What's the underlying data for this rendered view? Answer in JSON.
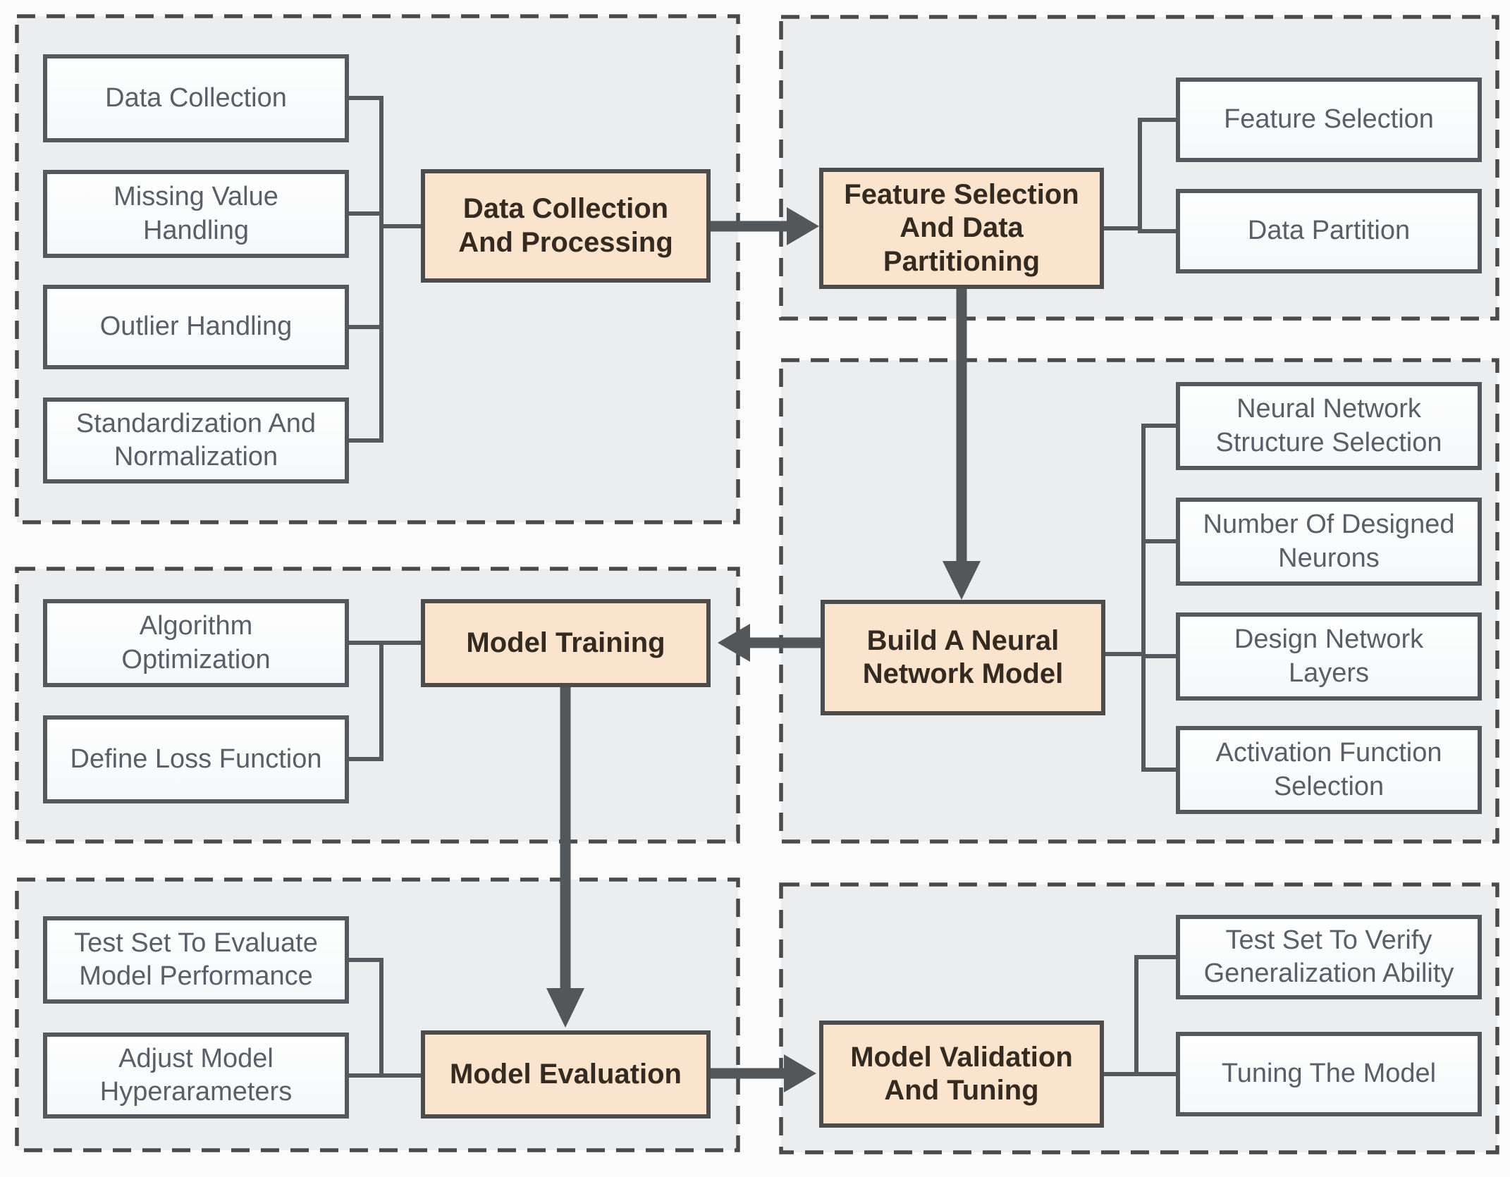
{
  "colors": {
    "background": "#fbfbfb",
    "panel_fill": "#ecedee",
    "panel_border": "#4a4a4a",
    "task_fill": "#fcfdfe",
    "task_border": "#55585c",
    "task_text": "#585f66",
    "stage_fill": "#fae4ce",
    "stage_border": "#4c4c4c",
    "stage_text": "#352a20",
    "connector": "#55585c",
    "arrow": "#53575a"
  },
  "panels": [
    {
      "name": "data-collection-and-processing",
      "main": {
        "label": "Data Collection\nAnd Processing"
      },
      "sub": [
        {
          "label": "Data Collection"
        },
        {
          "label": "Missing Value\nHandling"
        },
        {
          "label": "Outlier Handling"
        },
        {
          "label": "Standardization And\nNormalization"
        }
      ]
    },
    {
      "name": "feature-selection-and-data-partitioning",
      "main": {
        "label": "Feature Selection\nAnd Data\nPartitioning"
      },
      "sub": [
        {
          "label": "Feature Selection"
        },
        {
          "label": "Data Partition"
        }
      ]
    },
    {
      "name": "build-a-neural-network-model",
      "main": {
        "label": "Build A Neural\nNetwork Model"
      },
      "sub": [
        {
          "label": "Neural Network\nStructure Selection"
        },
        {
          "label": "Number Of Designed\nNeurons"
        },
        {
          "label": "Design Network\nLayers"
        },
        {
          "label": "Activation Function\nSelection"
        }
      ]
    },
    {
      "name": "model-training",
      "main": {
        "label": "Model Training"
      },
      "sub": [
        {
          "label": "Algorithm\nOptimization"
        },
        {
          "label": "Define Loss Function"
        }
      ]
    },
    {
      "name": "model-evaluation",
      "main": {
        "label": "Model Evaluation"
      },
      "sub": [
        {
          "label": "Test Set To Evaluate\nModel Performance"
        },
        {
          "label": "Adjust Model\nHyperarameters"
        }
      ]
    },
    {
      "name": "model-validation-and-tuning",
      "main": {
        "label": "Model Validation\nAnd Tuning"
      },
      "sub": [
        {
          "label": "Test Set To Verify\nGeneralization Ability"
        },
        {
          "label": "Tuning The Model"
        }
      ]
    }
  ],
  "flow_arrows": [
    {
      "from": "Data Collection And Processing",
      "to": "Feature Selection And Data Partitioning",
      "direction": "right"
    },
    {
      "from": "Feature Selection And Data Partitioning",
      "to": "Build A Neural Network Model",
      "direction": "down"
    },
    {
      "from": "Build A Neural Network Model",
      "to": "Model Training",
      "direction": "left"
    },
    {
      "from": "Model Training",
      "to": "Model Evaluation",
      "direction": "down"
    },
    {
      "from": "Model Evaluation",
      "to": "Model Validation And Tuning",
      "direction": "right"
    }
  ]
}
